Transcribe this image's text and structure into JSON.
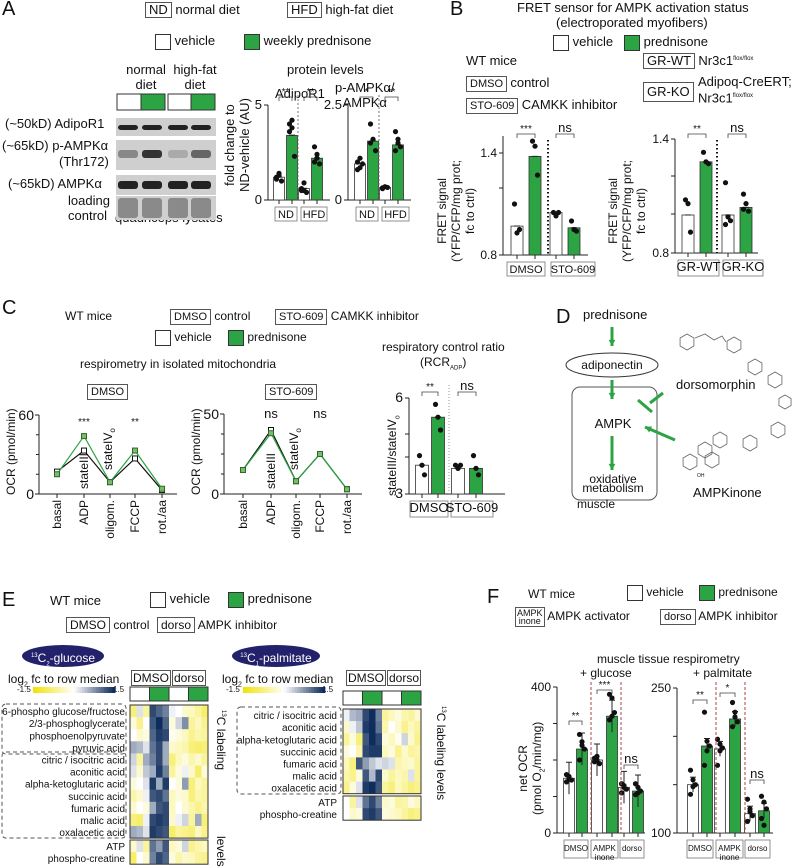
{
  "colors": {
    "green": "#2ca443",
    "navy": "#23216b",
    "heat_low": "#f2e30a",
    "heat_mid": "#ffffff",
    "heat_high": "#0f2d5c"
  },
  "panelA": {
    "label": "A",
    "legend": {
      "nd_box": "ND",
      "nd_text": "normal diet",
      "hfd_box": "HFD",
      "hfd_text": "high-fat diet",
      "vehicle": "vehicle",
      "treatment": "weekly prednisone"
    },
    "blot": {
      "col_headers": [
        "normal\ndiet",
        "high-fat\ndiet"
      ],
      "col_header_1a": "normal",
      "col_header_1b": "diet",
      "col_header_2a": "high-fat",
      "col_header_2b": "diet",
      "rows": [
        "(~50kD) AdipoR1",
        "(~65kD) p-AMPKα",
        "(Thr172)",
        "(~65kD) AMPKα",
        "loading",
        "control"
      ],
      "footer": "quadriceps lysates"
    },
    "chart_title": "protein levels",
    "ylabel": "fold change to ND-vehicle (AU)",
    "ylabel_1": "fold change to",
    "ylabel_2": "ND-vehicle (AU)"
  },
  "panelB": {
    "label": "B",
    "title_1": "FRET sensor for AMPK activation status",
    "title_2": "(electroporated myofibers)",
    "legend": {
      "vehicle": "vehicle",
      "treatment": "prednisone"
    },
    "wt_mice": "WT mice",
    "dmso_box": "DMSO",
    "dmso_text": "control",
    "sto_box": "STO-609",
    "sto_text": "CAMKK inhibitor",
    "grwt_box": "GR-WT",
    "grwt_text": "Nr3c1",
    "grwt_sup": "flox/flox",
    "grko_box": "GR-KO",
    "grko_text_1": "Adipoq-CreERT;",
    "grko_text_2": "Nr3c1",
    "grko_sup": "flox/flox",
    "ylabel_1": "FRET signal",
    "ylabel_2": "(YFP/CFP/mg prot;",
    "ylabel_3": "fc to ctrl)"
  },
  "panelC": {
    "label": "C",
    "wt_mice": "WT mice",
    "dmso_box": "DMSO",
    "dmso_text": "control",
    "sto_box": "STO-609",
    "sto_text": "CAMKK inhibitor",
    "legend": {
      "vehicle": "vehicle",
      "treatment": "prednisone"
    },
    "subtitle": "respirometry in isolated mitochondria",
    "rcr_title_1": "respiratory control ratio",
    "rcr_title_2": "(RCR",
    "rcr_sub": "ADP",
    "rcr_title_3": ")",
    "ylabel": "OCR (pmol/min)",
    "rcr_ylabel": "stateIII/stateIV",
    "rcr_ylabel_sub": "o",
    "state3": "stateIII",
    "state4": "stateIV",
    "state4_sub": "o"
  },
  "panelD": {
    "label": "D",
    "prednisone": "prednisone",
    "adiponectin": "adiponectin",
    "ampk": "AMPK",
    "oxidative_1": "oxidative",
    "oxidative_2": "metabolism",
    "muscle": "muscle",
    "dorsomorphin": "dorsomorphin",
    "ampkinone": "AMPKinone"
  },
  "panelE": {
    "label": "E",
    "wt_mice": "WT mice",
    "legend": {
      "vehicle": "vehicle",
      "treatment": "prednisone"
    },
    "dmso_box": "DMSO",
    "dmso_text": "control",
    "dorso_box": "dorso",
    "dorso_text": "AMPK inhibitor",
    "glucose_pill_sup": "13",
    "glucose_pill": "C",
    "glucose_pill_sub": "2",
    "glucose_pill_rest": "-glucose",
    "palm_pill_sup": "13",
    "palm_pill": "C",
    "palm_pill_sub": "1",
    "palm_pill_rest": "-palmitate",
    "scale_label": "log",
    "scale_sub": "2",
    "scale_rest": " fc to row median",
    "scale_min": "-1.5",
    "scale_max": "1.5",
    "col_group_1": "DMSO",
    "col_group_2": "dorso",
    "labeling": "C labeling",
    "labeling_sup": "13",
    "levels": "levels",
    "glucose_rows": [
      "6-phospho glucose/fructose",
      "2/3-phosphoglycerate",
      "phosphoenolpyruvate",
      "pyruvic acid",
      "citric / isocitric acid",
      "aconitic acid",
      "alpha-ketoglutaric acid",
      "succinic acid",
      "fumaric acid",
      "malic acid",
      "oxalacetic acid"
    ],
    "palm_rows": [
      "citric / isocitric acid",
      "aconitic acid",
      "alpha-ketoglutaric acid",
      "succinic acid",
      "fumaric acid",
      "malic acid",
      "oxalacetic acid"
    ],
    "level_rows": [
      "ATP",
      "phospho-creatine"
    ]
  },
  "panelF": {
    "label": "F",
    "wt_mice": "WT mice",
    "legend": {
      "vehicle": "vehicle",
      "treatment": "prednisone"
    },
    "ampk_box_1": "AMPK",
    "ampk_box_2": "inone",
    "ampk_text": "AMPK activator",
    "dorso_box": "dorso",
    "dorso_text": "AMPK inhibitor",
    "title": "muscle tissue respirometry",
    "sub1": "+ glucose",
    "sub2": "+ palmitate",
    "ylabel_1": "net OCR",
    "ylabel_2": "(pmol O",
    "ylabel_sub": "2",
    "ylabel_3": "/min/mg)"
  },
  "chart_data": [
    {
      "id": "A-adipoR1",
      "type": "bar",
      "title": "AdipoR1",
      "ylabel": "fold change to ND-vehicle (AU)",
      "groups": [
        "ND",
        "HFD"
      ],
      "ylim": [
        0,
        5
      ],
      "yticks": [
        0,
        5
      ],
      "series": [
        {
          "name": "vehicle",
          "values": [
            1.2,
            0.6
          ]
        },
        {
          "name": "weekly prednisone",
          "values": [
            3.4,
            2.2
          ]
        }
      ],
      "points": {
        "vehicle": [
          [
            1.1,
            1.4,
            1.0,
            1.2,
            1.3
          ],
          [
            0.5,
            0.9,
            0.4,
            0.6,
            0.5
          ]
        ],
        "weekly prednisone": [
          [
            4.0,
            3.8,
            2.3,
            3.6,
            4.2
          ],
          [
            2.8,
            2.4,
            1.9,
            2.0,
            2.2
          ]
        ]
      },
      "significance": [
        "**",
        "**"
      ]
    },
    {
      "id": "A-pAMPK",
      "type": "bar",
      "title": "p-AMPKα/AMPKα",
      "ylim": [
        0,
        2.5
      ],
      "yticks": [
        0,
        2.5
      ],
      "groups": [
        "ND",
        "HFD"
      ],
      "series": [
        {
          "name": "vehicle",
          "values": [
            0.95,
            0.33
          ]
        },
        {
          "name": "weekly prednisone",
          "values": [
            1.55,
            1.45
          ]
        }
      ],
      "points": {
        "vehicle": [
          [
            0.8,
            1.1,
            0.95,
            1.0,
            0.85
          ],
          [
            0.3,
            0.35,
            0.33,
            0.32
          ]
        ],
        "weekly prednisone": [
          [
            2.0,
            1.6,
            1.3,
            1.5
          ],
          [
            1.8,
            1.6,
            1.4,
            1.3,
            1.5
          ]
        ]
      },
      "significance": [
        "*",
        "**"
      ]
    },
    {
      "id": "B-FRET-STO",
      "type": "bar",
      "ylabel": "FRET signal (YFP/CFP/mg prot; fc to ctrl)",
      "groups": [
        "DMSO",
        "STO-609"
      ],
      "ylim": [
        0.8,
        1.5
      ],
      "yticks": [
        0.8,
        1.4
      ],
      "series": [
        {
          "name": "vehicle",
          "values": [
            0.97,
            1.05
          ]
        },
        {
          "name": "prednisone",
          "values": [
            1.38,
            0.96
          ]
        }
      ],
      "points": {
        "vehicle": [
          [
            1.1,
            0.93,
            0.95
          ],
          [
            1.05,
            1.03,
            1.05
          ]
        ],
        "prednisone": [
          [
            1.47,
            1.44,
            1.27
          ],
          [
            1.0,
            0.95,
            0.94
          ]
        ]
      },
      "significance": [
        "***",
        "ns"
      ]
    },
    {
      "id": "B-FRET-GR",
      "type": "bar",
      "ylabel": "FRET signal (YFP/CFP/mg prot; fc to ctrl)",
      "groups": [
        "GR-WT",
        "GR-KO"
      ],
      "ylim": [
        0.8,
        1.4
      ],
      "yticks": [
        0.8,
        1.4
      ],
      "series": [
        {
          "name": "vehicle",
          "values": [
            1.0,
            1.0
          ]
        },
        {
          "name": "prednisone",
          "values": [
            1.28,
            1.04
          ]
        }
      ],
      "points": {
        "vehicle": [
          [
            1.08,
            1.06,
            0.91
          ],
          [
            1.17,
            0.99,
            0.97,
            0.95
          ]
        ],
        "prednisone": [
          [
            1.33,
            1.28,
            1.27
          ],
          [
            1.11,
            1.06,
            1.02,
            1.03
          ]
        ]
      },
      "significance": [
        "**",
        "ns"
      ]
    },
    {
      "id": "C-DMSO",
      "type": "line",
      "subtitle": "DMSO",
      "ylabel": "OCR (pmol/min)",
      "ylim": [
        0,
        60
      ],
      "yticks": [
        0,
        60
      ],
      "x": [
        "basal",
        "ADP",
        "oligom.",
        "FCCP",
        "rot./aa"
      ],
      "series": [
        {
          "name": "vehicle",
          "values": [
            17,
            33,
            9,
            27,
            3
          ]
        },
        {
          "name": "prednisone",
          "values": [
            15,
            44,
            9,
            33,
            4
          ]
        }
      ],
      "significance": [
        "",
        "***",
        "",
        "**",
        ""
      ]
    },
    {
      "id": "C-STO609",
      "type": "line",
      "subtitle": "STO-609",
      "ylabel": "OCR (pmol/min)",
      "ylim": [
        0,
        50
      ],
      "yticks": [
        0,
        50
      ],
      "x": [
        "basal",
        "ADP",
        "oligom.",
        "FCCP",
        "rot./aa"
      ],
      "series": [
        {
          "name": "vehicle",
          "values": [
            15,
            40,
            8,
            25,
            3
          ]
        },
        {
          "name": "prednisone",
          "values": [
            15,
            38,
            8,
            25,
            3
          ]
        }
      ],
      "significance": [
        "",
        "ns",
        "",
        "ns",
        ""
      ]
    },
    {
      "id": "C-RCR",
      "type": "bar",
      "title": "respiratory control ratio (RCR_ADP)",
      "ylabel": "stateIII/stateIVo",
      "groups": [
        "DMSO",
        "STO-609"
      ],
      "ylim": [
        3,
        6
      ],
      "yticks": [
        3,
        6
      ],
      "series": [
        {
          "name": "vehicle",
          "values": [
            3.9,
            3.8
          ]
        },
        {
          "name": "prednisone",
          "values": [
            5.4,
            3.8
          ]
        }
      ],
      "points": {
        "vehicle": [
          [
            4.2,
            3.9,
            3.6
          ],
          [
            3.9,
            3.8,
            3.9
          ]
        ],
        "prednisone": [
          [
            5.8,
            5.4,
            5.0
          ],
          [
            4.2,
            3.8,
            3.6
          ]
        ]
      },
      "significance": [
        "**",
        "ns"
      ]
    },
    {
      "id": "F-glucose",
      "type": "bar",
      "title": "+ glucose",
      "ylabel": "net OCR (pmol O2/min/mg)",
      "groups": [
        "DMSO",
        "AMPK inone",
        "dorso"
      ],
      "ylim": [
        0,
        400
      ],
      "yticks": [
        0,
        100,
        200,
        300,
        400
      ],
      "series": [
        {
          "name": "vehicle",
          "values": [
            150,
            200,
            125
          ]
        },
        {
          "name": "prednisone",
          "values": [
            230,
            320,
            115
          ]
        }
      ],
      "points": {
        "vehicle": [
          [
            160,
            150,
            145,
            140,
            155
          ],
          [
            205,
            200,
            190,
            195,
            210
          ],
          [
            135,
            125,
            120,
            110,
            130
          ]
        ],
        "prednisone": [
          [
            270,
            250,
            230,
            200,
            240
          ],
          [
            380,
            370,
            330,
            310,
            320
          ],
          [
            135,
            125,
            115,
            105,
            110
          ]
        ]
      },
      "significance": [
        "**",
        "***",
        "ns"
      ]
    },
    {
      "id": "F-palmitate",
      "type": "bar",
      "title": "+ palmitate",
      "ylabel": "net OCR (pmol O2/min/mg)",
      "groups": [
        "DMSO",
        "AMPK inone",
        "dorso"
      ],
      "ylim": [
        100,
        250
      ],
      "yticks": [
        100,
        150,
        200,
        250
      ],
      "series": [
        {
          "name": "vehicle",
          "values": [
            150,
            187,
            120
          ]
        },
        {
          "name": "prednisone",
          "values": [
            190,
            218,
            123
          ]
        }
      ],
      "points": {
        "vehicle": [
          [
            165,
            155,
            150,
            140,
            148
          ],
          [
            197,
            192,
            188,
            170,
            185
          ],
          [
            135,
            122,
            118,
            112,
            125
          ]
        ],
        "prednisone": [
          [
            225,
            195,
            190,
            170,
            185
          ],
          [
            235,
            225,
            215,
            210,
            220
          ],
          [
            138,
            132,
            125,
            115,
            108
          ]
        ]
      },
      "significance": [
        "**",
        "*",
        "ns"
      ]
    },
    {
      "id": "E-heatmap-glucose",
      "type": "heatmap",
      "title": "13C2-glucose",
      "columns": [
        "DMSO-vehicle x3",
        "DMSO-prednisone x3",
        "dorso-vehicle x3",
        "dorso-prednisone x3"
      ],
      "scale": [
        -1.5,
        1.5
      ],
      "rows": [
        "6-phospho glucose/fructose",
        "2/3-phosphoglycerate",
        "phosphoenolpyruvate",
        "pyruvic acid",
        "citric / isocitric acid",
        "aconitic acid",
        "alpha-ketoglutaric acid",
        "succinic acid",
        "fumaric acid",
        "malic acid",
        "oxalacetic acid",
        "ATP",
        "phospho-creatine"
      ],
      "values": [
        [
          -0.8,
          0.2,
          -0.6,
          1.3,
          1.1,
          0.9,
          0.1,
          0.0,
          -0.3,
          -0.4,
          -0.6,
          -0.9
        ],
        [
          -0.2,
          -0.7,
          0.0,
          1.2,
          1.5,
          1.1,
          -0.2,
          0.3,
          0.8,
          -0.6,
          -0.4,
          -0.7
        ],
        [
          0.0,
          -0.3,
          -0.2,
          1.1,
          1.4,
          1.3,
          -0.1,
          -0.2,
          -0.4,
          -0.7,
          -0.5,
          -0.6
        ],
        [
          0.6,
          0.5,
          0.2,
          1.0,
          1.3,
          0.6,
          -0.3,
          -0.4,
          -0.5,
          -0.8,
          -0.9,
          -0.8
        ],
        [
          0.3,
          -0.6,
          0.6,
          0.9,
          1.3,
          0.6,
          -0.8,
          -0.4,
          -0.2,
          -0.5,
          -0.3,
          -0.6
        ],
        [
          0.2,
          -0.3,
          0.4,
          0.6,
          1.4,
          0.9,
          -0.6,
          -0.2,
          0.1,
          -0.3,
          -0.9,
          -0.2
        ],
        [
          -0.2,
          0.0,
          0.2,
          1.4,
          0.6,
          1.4,
          0.0,
          -0.2,
          0.7,
          -0.8,
          -0.4,
          -0.6
        ],
        [
          -0.5,
          -0.3,
          0.1,
          1.2,
          1.3,
          1.0,
          -0.4,
          -0.2,
          -0.3,
          -0.8,
          -0.5,
          -0.6
        ],
        [
          -0.3,
          0.0,
          -0.2,
          0.6,
          1.2,
          1.3,
          -0.4,
          0.0,
          -0.3,
          -0.5,
          -0.7,
          -0.5
        ],
        [
          -0.8,
          -0.9,
          0.1,
          1.3,
          1.4,
          1.3,
          -0.3,
          0.1,
          0.3,
          -0.6,
          0.6,
          -0.8
        ],
        [
          0.6,
          0.5,
          0.2,
          1.4,
          1.3,
          1.2,
          -0.9,
          -0.6,
          -0.7,
          -0.8,
          -0.4,
          -0.7
        ],
        [
          -0.3,
          0.2,
          -0.6,
          1.0,
          0.7,
          1.2,
          -0.4,
          -0.2,
          0.3,
          -0.7,
          -0.5,
          -0.4
        ],
        [
          -0.9,
          0.0,
          -0.3,
          0.9,
          1.3,
          1.1,
          -0.2,
          -0.5,
          -0.3,
          -0.4,
          -0.6,
          -0.7
        ]
      ]
    },
    {
      "id": "E-heatmap-palmitate",
      "type": "heatmap",
      "title": "13C1-palmitate",
      "columns": [
        "DMSO-vehicle x3",
        "DMSO-prednisone x3",
        "dorso-vehicle x3",
        "dorso-prednisone x3"
      ],
      "scale": [
        -1.5,
        1.5
      ],
      "rows": [
        "citric / isocitric acid",
        "aconitic acid",
        "alpha-ketoglutaric acid",
        "succinic acid",
        "fumaric acid",
        "malic acid",
        "oxalacetic acid",
        "ATP",
        "phospho-creatine"
      ],
      "values": [
        [
          0.1,
          0.5,
          0.6,
          1.3,
          1.5,
          0.9,
          -0.6,
          -0.4,
          -0.2,
          -0.5,
          -0.6,
          -0.3
        ],
        [
          -0.3,
          0.1,
          0.4,
          1.4,
          1.5,
          1.0,
          -0.5,
          0.0,
          -0.3,
          -0.7,
          -0.4,
          -0.6
        ],
        [
          -0.6,
          -0.2,
          -0.8,
          1.2,
          1.5,
          1.3,
          -0.2,
          -0.4,
          -0.1,
          0.3,
          -0.3,
          -0.7
        ],
        [
          -0.2,
          0.0,
          -0.5,
          1.3,
          1.4,
          1.4,
          -0.4,
          -0.2,
          -0.7,
          -0.3,
          -0.6,
          -0.5
        ],
        [
          -0.4,
          -0.8,
          1.2,
          0.7,
          0.4,
          0.2,
          0.3,
          0.2,
          -0.5,
          -0.4,
          -0.3,
          -0.6
        ],
        [
          -0.5,
          -0.7,
          -0.2,
          1.2,
          0.5,
          1.3,
          -0.3,
          -0.6,
          -0.4,
          -0.5,
          0.2,
          -0.6
        ],
        [
          -0.7,
          -0.2,
          0.2,
          1.4,
          1.5,
          1.2,
          -0.6,
          -0.8,
          -0.4,
          -0.6,
          -0.8,
          -0.7
        ],
        [
          0.0,
          -0.6,
          0.2,
          1.0,
          1.3,
          0.9,
          -0.3,
          -0.2,
          -0.6,
          -0.5,
          -0.2,
          -0.4
        ],
        [
          0.0,
          -0.3,
          -0.2,
          1.3,
          1.4,
          1.2,
          -0.2,
          -0.3,
          -0.4,
          -0.6,
          -0.8,
          -0.7
        ]
      ]
    }
  ]
}
